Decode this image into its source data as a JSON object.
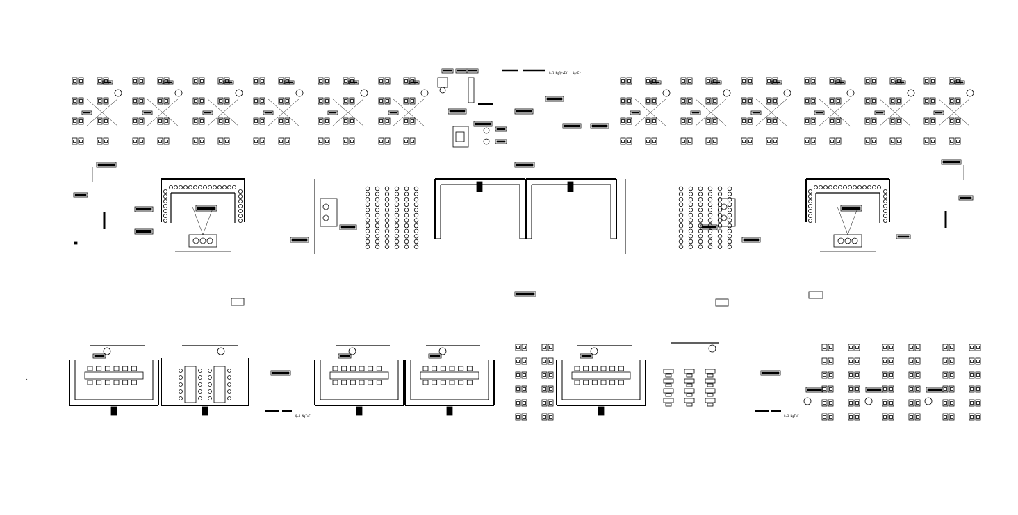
{
  "drawing": {
    "background": "#ffffff",
    "ink": "#000000",
    "labels": {
      "top_title": "Q=3 NgQtxEK . NgqEr",
      "bottom_left_title": "Q=3 NgTxF",
      "bottom_right_title": "Q=3 NgTxF"
    },
    "sections": [
      {
        "id": "top-row",
        "content": "desk workstation clusters and office rooms"
      },
      {
        "id": "middle-row",
        "content": "two training rooms with U-shaped seating and two auditorium halls"
      },
      {
        "id": "bottom-row",
        "content": "meeting rooms with conference tables and workstation clusters"
      }
    ]
  }
}
